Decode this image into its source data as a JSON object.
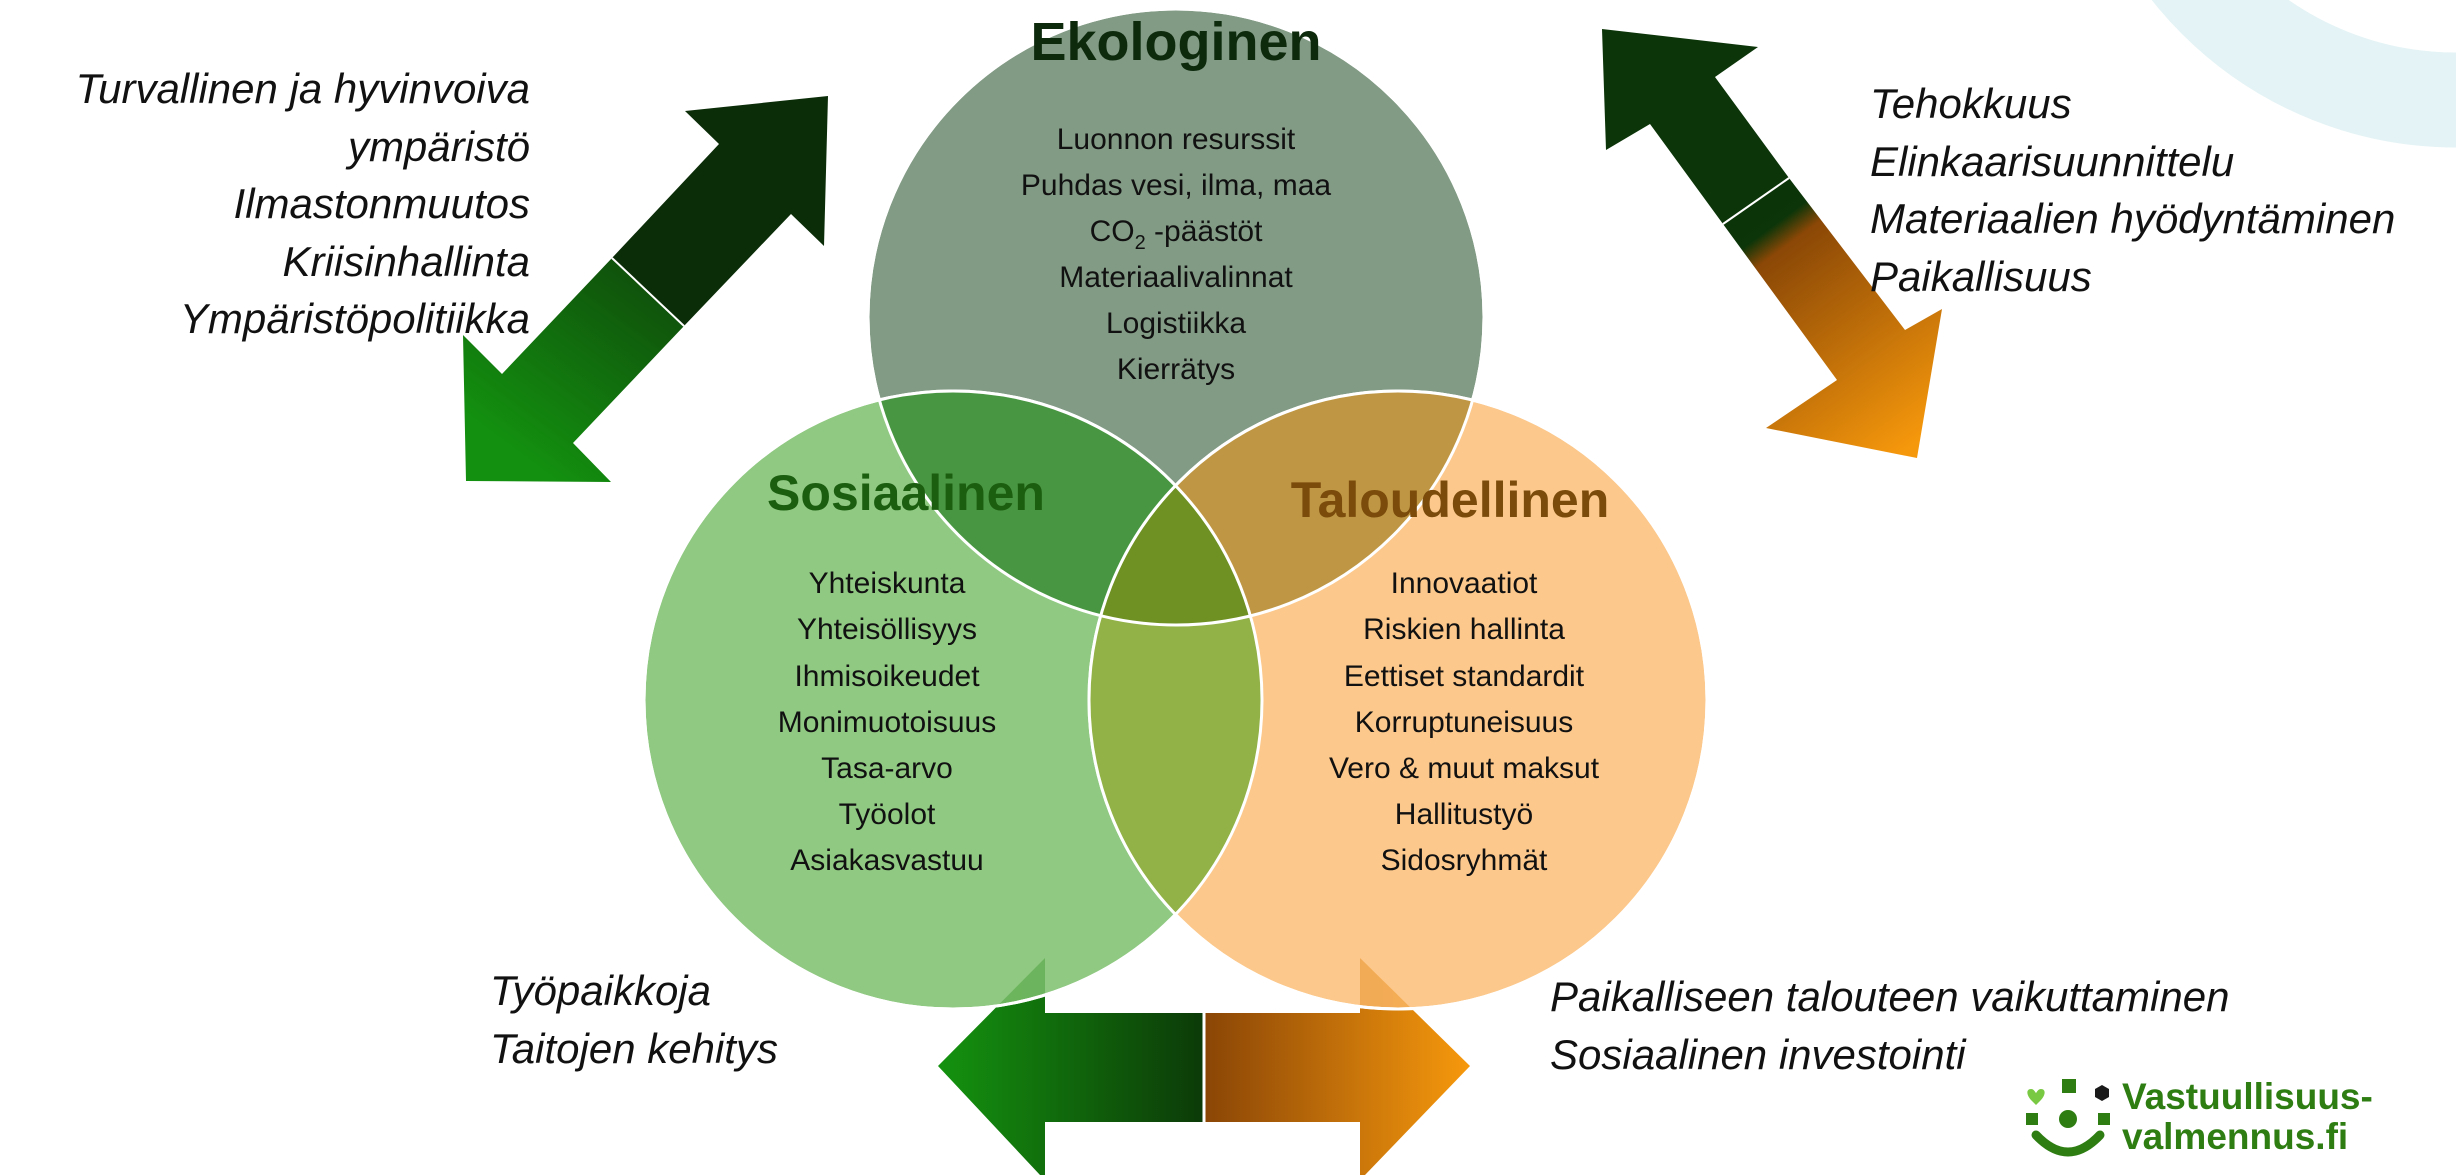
{
  "circles": {
    "ecological": {
      "title": "Ekologinen",
      "items": [
        "Luonnon resurssit",
        "Puhdas vesi, ilma, maa",
        "CO",
        "Materiaalivalinnat",
        "Logistiikka",
        "Kierrätys"
      ],
      "co2_subscript": "2",
      "co2_suffix": " -päästöt",
      "color": "#5f7f63"
    },
    "social": {
      "title": "Sosiaalinen",
      "items": [
        "Yhteiskunta",
        "Yhteisöllisyys",
        "Ihmisoikeudet",
        "Monimuotoisuus",
        "Tasa-arvo",
        "Työolot",
        "Asiakasvastuu"
      ],
      "color": "#7dbf6c"
    },
    "economic": {
      "title": "Taloudellinen",
      "items": [
        "Innovaatiot",
        "Riskien hallinta",
        "Eettiset standardit",
        "Korruptuneisuus",
        "Vero & muut maksut",
        "Hallitustyö",
        "Sidosryhmät"
      ],
      "color": "#fbb96a"
    }
  },
  "side_texts": {
    "left": [
      "Turvallinen ja hyvinvoiva",
      "ympäristö",
      "Ilmastonmuutos",
      "Kriisinhallinta",
      "Ympäristöpolitiikka"
    ],
    "right": [
      "Tehokkuus",
      "Elinkaarisuunnittelu",
      "Materiaalien hyödyntäminen",
      "Paikallisuus"
    ],
    "bottom_left": [
      "Työpaikkoja",
      "Taitojen kehitys"
    ],
    "bottom_right": [
      "Paikalliseen talouteen vaikuttaminen",
      "Sosiaalinen investointi"
    ]
  },
  "logo": {
    "line1": "Vastuullisuus-",
    "line2": "valmennus.fi"
  },
  "colors": {
    "dark_green": "#0f3a0a",
    "green": "#13860f",
    "orange": "#f39a12",
    "brown": "#8a4a06",
    "title_green": "#1b5e10",
    "title_brown": "#7a4b0a",
    "title_dark": "#0d2a0d"
  }
}
